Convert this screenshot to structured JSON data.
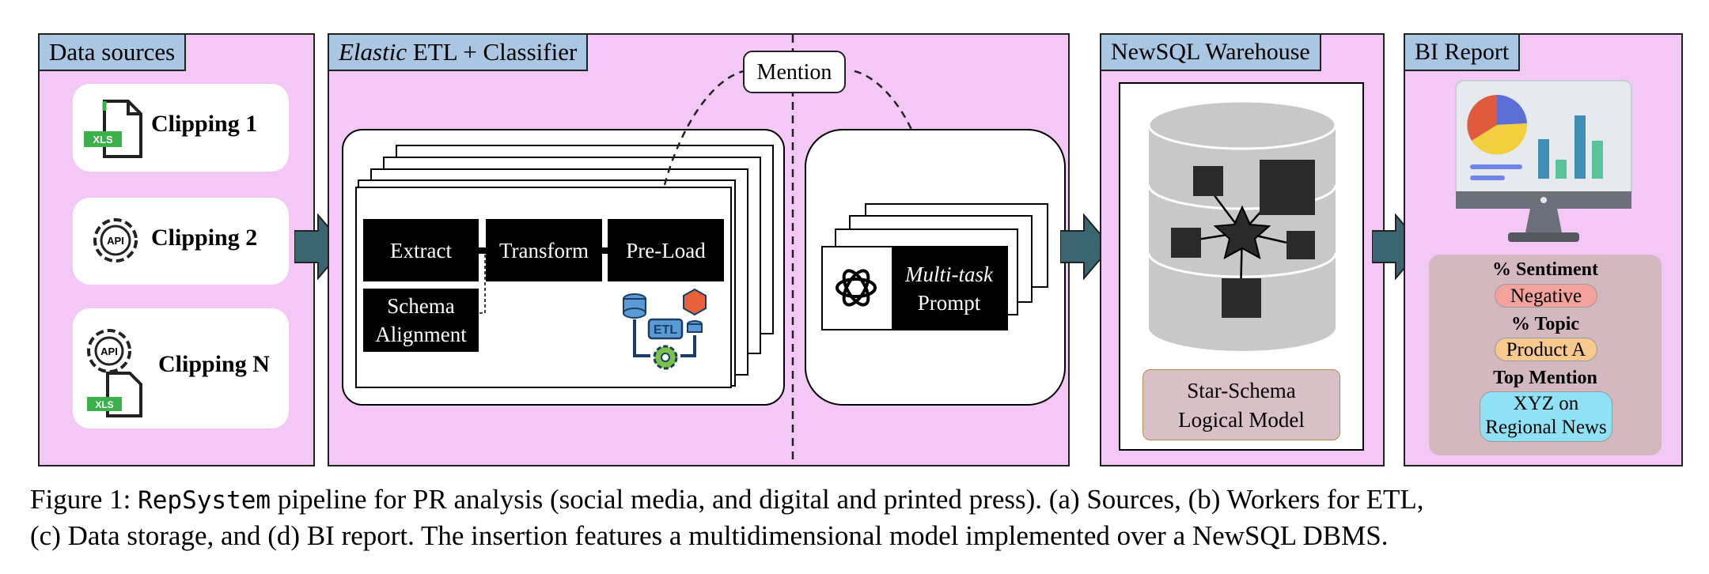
{
  "panels": {
    "sources": {
      "title": "Data sources",
      "items": [
        {
          "label": "Clipping 1",
          "icon": "xls-file-icon"
        },
        {
          "label": "Clipping 2",
          "icon": "api-gear-icon"
        },
        {
          "label": "Clipping N",
          "icon": "api-xls-icon"
        }
      ],
      "xls_tag": "XLS",
      "api_tag": "API"
    },
    "etl": {
      "title_italic": "Elastic",
      "title_rest": " ETL + Classifier",
      "mention": "Mention",
      "steps": {
        "extract": "Extract",
        "transform": "Transform",
        "preload": "Pre-Load",
        "schema_line1": "Schema",
        "schema_line2": "Alignment"
      },
      "etl_tag": "ETL",
      "prompt_italic": "Multi-task",
      "prompt_rest": "Prompt"
    },
    "warehouse": {
      "title": "NewSQL Warehouse",
      "model_line1": "Star-Schema",
      "model_line2": "Logical Model"
    },
    "bi": {
      "title": "BI Report",
      "metrics": [
        {
          "label": "% Sentiment",
          "value": "Negative",
          "color": "#f4a29c"
        },
        {
          "label": "% Topic",
          "value": "Product A",
          "color": "#f8c98c"
        },
        {
          "label": "Top Mention",
          "value_line1": "XYZ on",
          "value_line2": "Regional News",
          "color": "#8fe2f5"
        }
      ]
    }
  },
  "colors": {
    "panel_bg": "#f3c8f6",
    "title_bg": "#a9c6e3",
    "arrow": "#3a6672",
    "cylinder": "#c8c8c8",
    "bi_inner": "#d3b8bf"
  },
  "caption": {
    "line1_prefix": "Figure 1: ",
    "line1_code": "RepSystem",
    "line1_rest": " pipeline for PR analysis (social media, and digital and printed press). (a) Sources, (b) Workers for ETL,",
    "line2": "(c) Data storage, and (d) BI report. The insertion features a multidimensional model implemented over a NewSQL DBMS."
  }
}
